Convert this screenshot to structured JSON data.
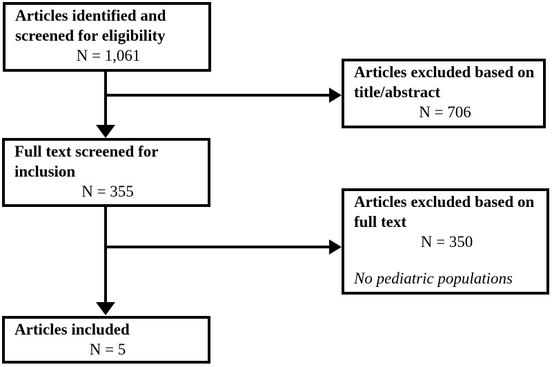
{
  "diagram": {
    "type": "flowchart",
    "boxes": [
      {
        "id": "identified",
        "title": "Articles identified and screened for eligibility",
        "count_label": "N = 1,061"
      },
      {
        "id": "excluded-title-abstract",
        "title": "Articles excluded based on title/abstract",
        "count_label": "N = 706"
      },
      {
        "id": "full-text-screened",
        "title": "Full text screened for inclusion",
        "count_label": "N = 355"
      },
      {
        "id": "excluded-full-text",
        "title": "Articles excluded based on full text",
        "count_label": "N = 350",
        "note": "No pediatric populations"
      },
      {
        "id": "included",
        "title": "Articles included",
        "count_label": "N = 5"
      }
    ],
    "connectors": [
      {
        "from": "identified",
        "to": "full-text-screened",
        "direction": "down"
      },
      {
        "from": "identified",
        "to": "excluded-title-abstract",
        "direction": "right"
      },
      {
        "from": "full-text-screened",
        "to": "included",
        "direction": "down"
      },
      {
        "from": "full-text-screened",
        "to": "excluded-full-text",
        "direction": "right"
      }
    ],
    "colors": {
      "border": "#000000",
      "text": "#000000",
      "background": "#ffffff"
    }
  }
}
